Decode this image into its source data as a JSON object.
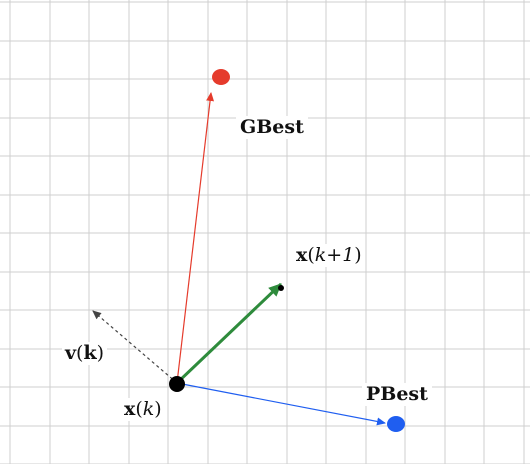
{
  "diagram": {
    "colors": {
      "grid": "#cfcfcf",
      "gbest": "#e53b2c",
      "pbest": "#1f5ef0",
      "velocity_next": "#2e8b3c",
      "velocity": "#444444",
      "particle": "#000000"
    },
    "labels": {
      "gbest": "GBest",
      "pbest": "PBest",
      "next_position": {
        "main": "x",
        "open": "(",
        "k": "k",
        "plus": "+",
        "one": "1",
        "close": ")"
      },
      "velocity": {
        "main": "v",
        "open": "(",
        "k": "k",
        "close": ")"
      },
      "position": {
        "main": "x",
        "open": "(",
        "k": "k",
        "close": ")"
      }
    }
  }
}
